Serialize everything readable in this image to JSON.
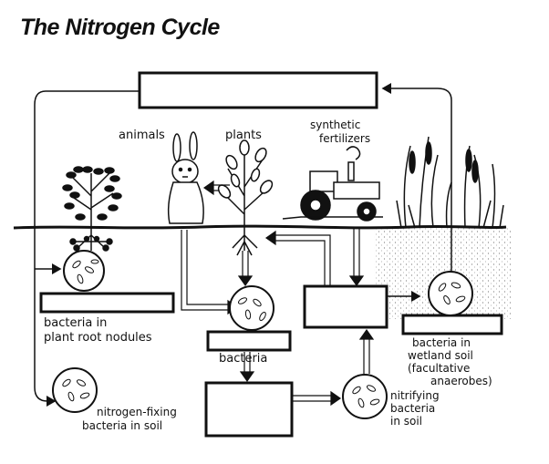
{
  "title": "The Nitrogen Cycle",
  "labels": {
    "animals": "animals",
    "plants": "plants",
    "synthetic_fertilizers_1": "synthetic",
    "synthetic_fertilizers_2": "fertilizers",
    "bacteria_nodules_1": "bacteria in",
    "bacteria_nodules_2": "plant root nodules",
    "bacteria": "bacteria",
    "wetland_1": "bacteria in",
    "wetland_2": "wetland soil",
    "wetland_3": "(facultative",
    "wetland_4": "anaerobes)",
    "nfix_1": "nitrogen-fixing",
    "nfix_2": "bacteria in soil",
    "nitrifying_1": "nitrifying",
    "nitrifying_2": "bacteria",
    "nitrifying_3": "in soil"
  }
}
